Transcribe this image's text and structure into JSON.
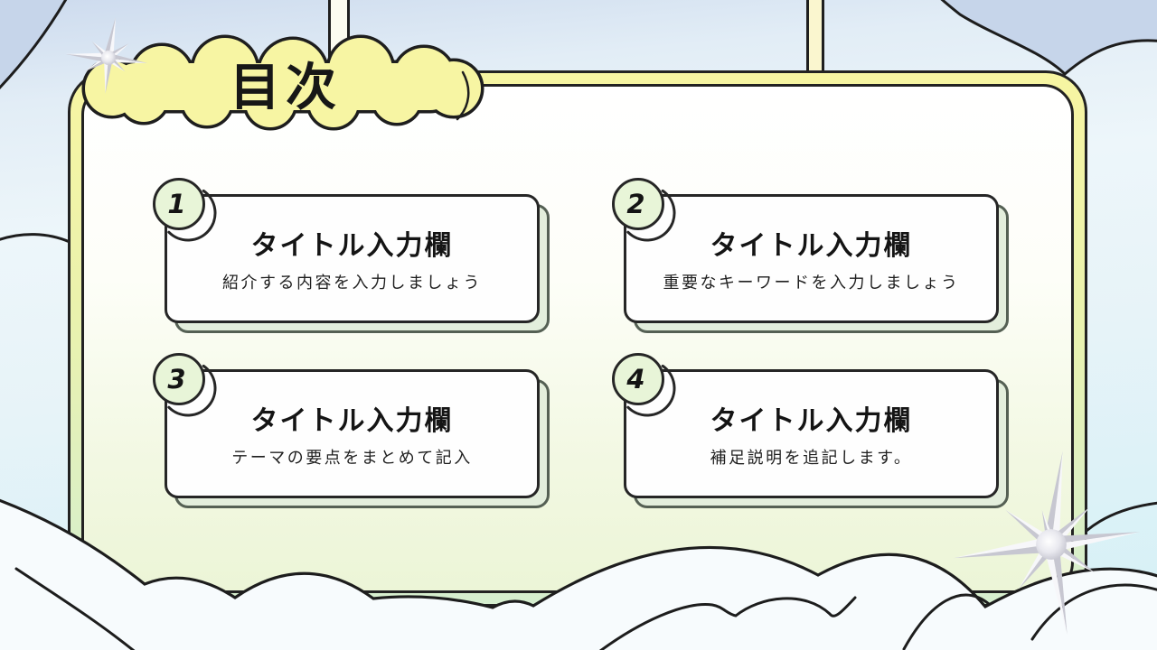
{
  "slide": {
    "page_title": "目次",
    "toc_items": [
      {
        "number": "1",
        "title": "タイトル入力欄",
        "description": "紹介する内容を入力しましょう"
      },
      {
        "number": "2",
        "title": "タイトル入力欄",
        "description": "重要なキーワードを入力しましょう"
      },
      {
        "number": "3",
        "title": "タイトル入力欄",
        "description": "テーマの要点をまとめて記入"
      },
      {
        "number": "4",
        "title": "タイトル入力欄",
        "description": "補足説明を追記します。"
      }
    ],
    "colors": {
      "outline_dark": "#1e1e1e",
      "bubble_yellow": "#f7f5a3",
      "frame_yellow": "#f7f5a2",
      "frame_green": "#d5eecf",
      "panel_fill_top": "#ffffff",
      "panel_fill_bottom": "#ecf5d7",
      "badge_green": "#e8f5d8",
      "card_shadow_green": "#e3eedc",
      "sky_blue_dark": "#c6d5ea",
      "sky_blue_light": "#edf6fa",
      "cloud_white": "#f7fbfd",
      "sparkle_silver": "#c7c7d1"
    }
  }
}
